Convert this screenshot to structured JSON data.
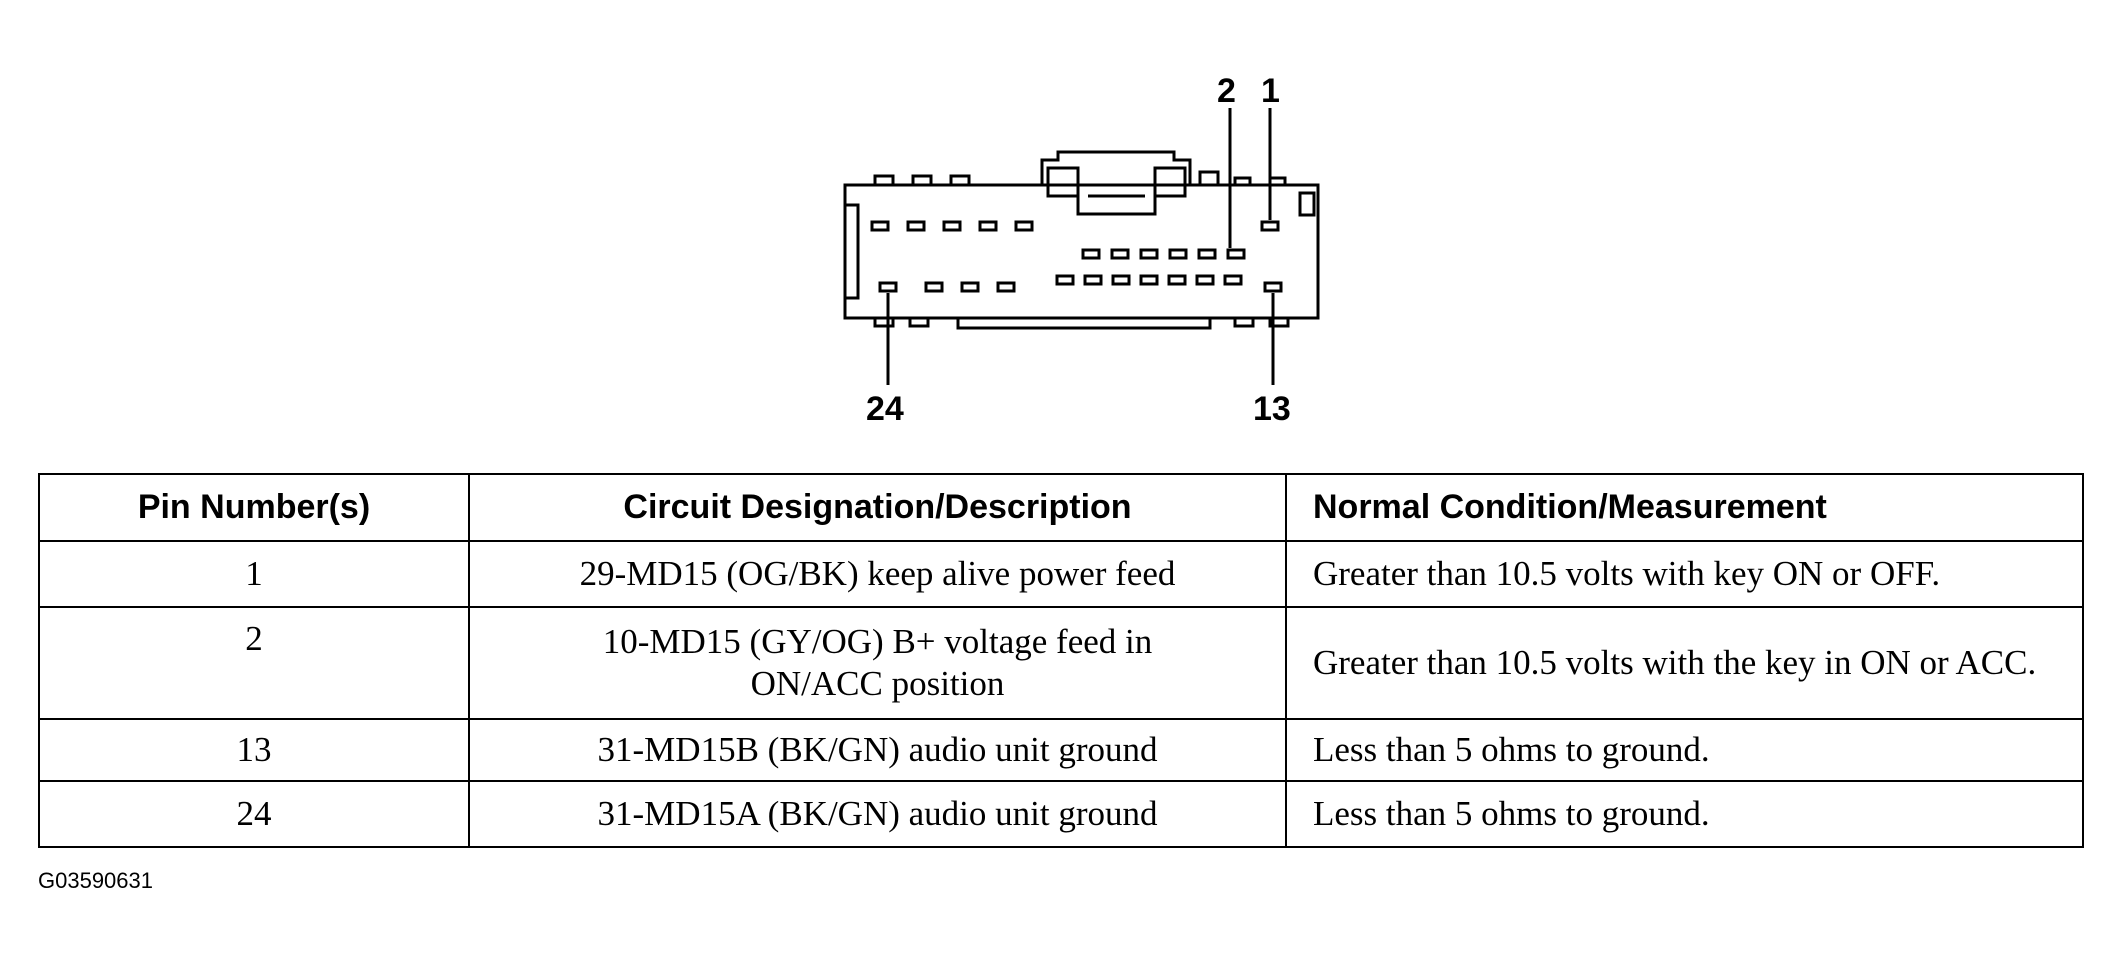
{
  "diagram": {
    "pin_labels": {
      "pin_2": "2",
      "pin_1": "1",
      "pin_24": "24",
      "pin_13": "13"
    }
  },
  "table": {
    "headers": {
      "pin": "Pin Number(s)",
      "circuit": "Circuit Designation/Description",
      "condition": "Normal Condition/Measurement"
    },
    "rows": [
      {
        "pin": "1",
        "circuit": "29-MD15 (OG/BK) keep alive power feed",
        "condition": "Greater than 10.5 volts with key ON or OFF."
      },
      {
        "pin": "2",
        "circuit": "10-MD15 (GY/OG) B+ voltage feed in ON/ACC position",
        "condition": "Greater than 10.5 volts with the key in ON or ACC."
      },
      {
        "pin": "13",
        "circuit": "31-MD15B (BK/GN) audio unit ground",
        "condition": "Less than 5 ohms to ground."
      },
      {
        "pin": "24",
        "circuit": "31-MD15A (BK/GN) audio unit ground",
        "condition": "Less than 5 ohms to ground."
      }
    ]
  },
  "figure_id": "G03590631"
}
